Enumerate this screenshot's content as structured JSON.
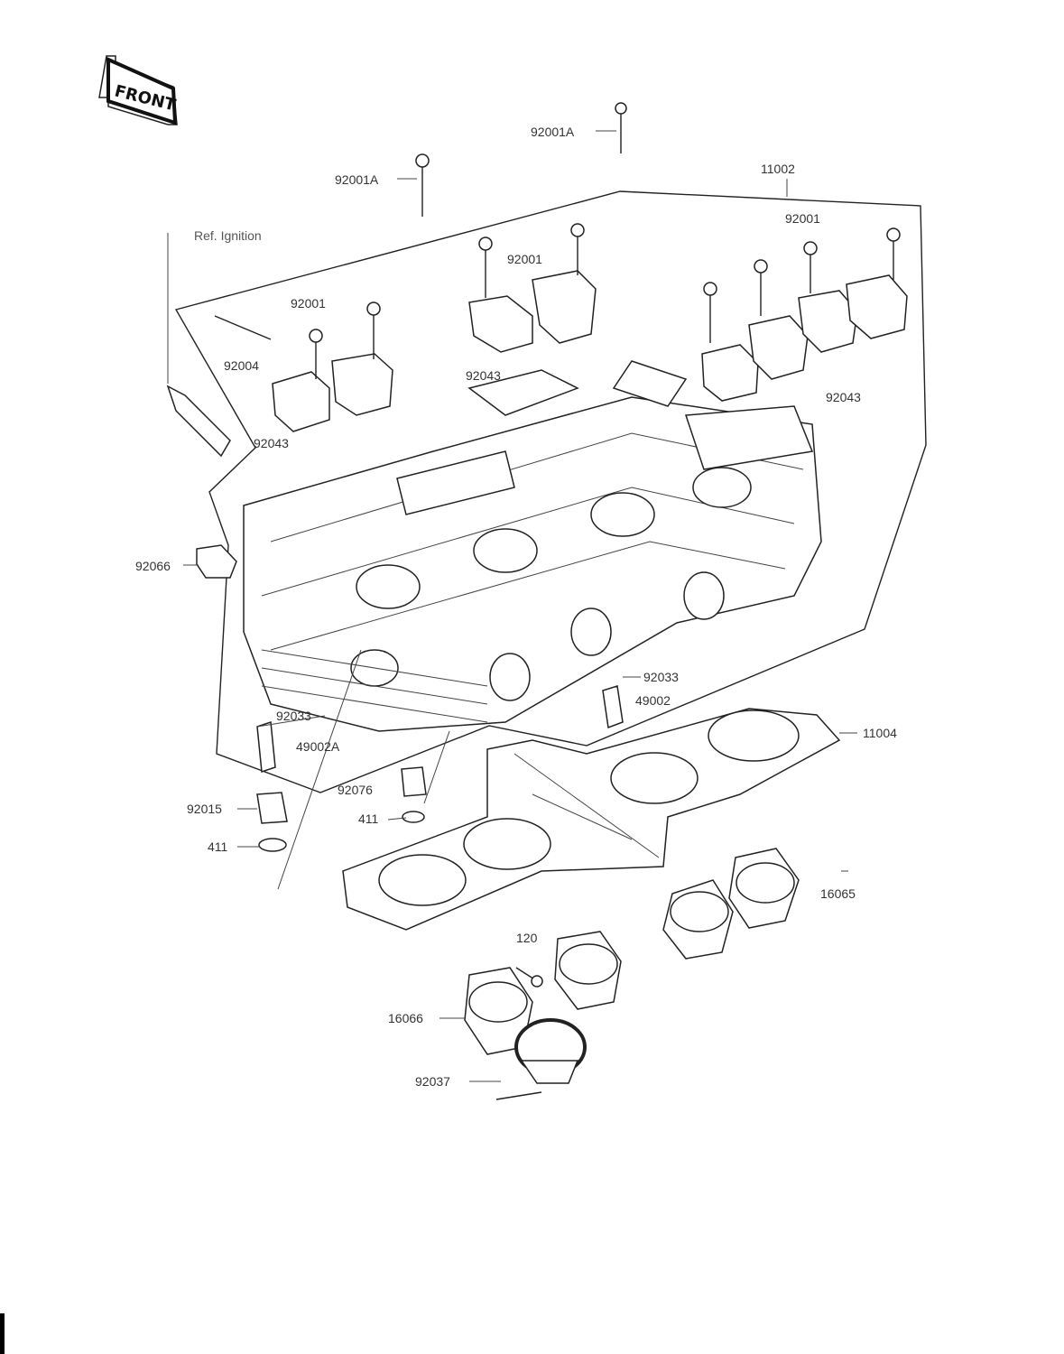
{
  "header": {
    "faint_title": "",
    "page_code": ""
  },
  "front_badge": "FRONT",
  "ref_note": "Ref. Ignition",
  "labels": {
    "l92001A_top": "92001A",
    "l92001A_left": "92001A",
    "l11002": "11002",
    "l92001_right": "92001",
    "l92001_mid": "92001",
    "l92001_left": "92001",
    "l92004": "92004",
    "l92043_mid": "92043",
    "l92043_right": "92043",
    "l92043_left": "92043",
    "l92066": "92066",
    "l92033_right": "92033",
    "l49002": "49002",
    "l11004": "11004",
    "l92033_left": "92033",
    "l49002A": "49002A",
    "l92015": "92015",
    "l92076": "92076",
    "l411_left": "411",
    "l411_mid": "411",
    "l16065": "16065",
    "l120": "120",
    "l16066": "16066",
    "l92037": "92037"
  }
}
